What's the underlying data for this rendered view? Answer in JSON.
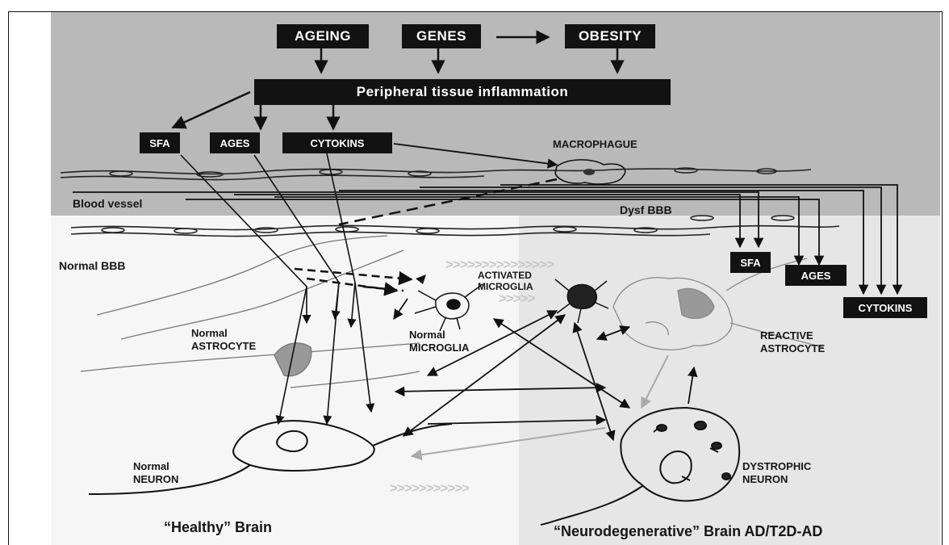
{
  "top_boxes": {
    "ageing": "AGEING",
    "genes": "GENES",
    "obesity": "OBESITY",
    "inflammation": "Peripheral tissue inflammation"
  },
  "mediators_top": {
    "sfa": "SFA",
    "ages": "AGES",
    "cytokins": "CYTOKINS"
  },
  "mediators_right": {
    "sfa": "SFA",
    "ages": "AGES",
    "cytokins": "CYTOKINS"
  },
  "labels": {
    "macrophague": "MACROPHAGUE",
    "blood_vessel": "Blood vessel",
    "dysf_bbb": "Dysf BBB",
    "normal_bbb": "Normal BBB",
    "activated_microglia_1": "ACTIVATED",
    "activated_microglia_2": "MICROGLIA",
    "normal_microglia_1": "Normal",
    "normal_microglia_2": "MICROGLIA",
    "normal_astrocyte_1": "Normal",
    "normal_astrocyte_2": "ASTROCYTE",
    "reactive_astrocyte_1": "REACTIVE",
    "reactive_astrocyte_2": "ASTROCYTE",
    "normal_neuron_1": "Normal",
    "normal_neuron_2": "NEURON",
    "dystrophic_neuron_1": "DYSTROPHIC",
    "dystrophic_neuron_2": "NEURON"
  },
  "captions": {
    "healthy": "“Healthy” Brain",
    "neurodegenerative": "“Neurodegenerative” Brain AD/T2D-AD"
  },
  "chevrons": {
    "upper": ">>>>>>>>>>>>>>>",
    "middle": ">>>>>",
    "lower": ">>>>>>>>>>>"
  },
  "colors": {
    "top_panel": "#b9b9b9",
    "left_panel": "#f6f6f6",
    "right_panel": "#e6e6e6",
    "box": "#121212",
    "chevron": "#c8c8c8"
  }
}
